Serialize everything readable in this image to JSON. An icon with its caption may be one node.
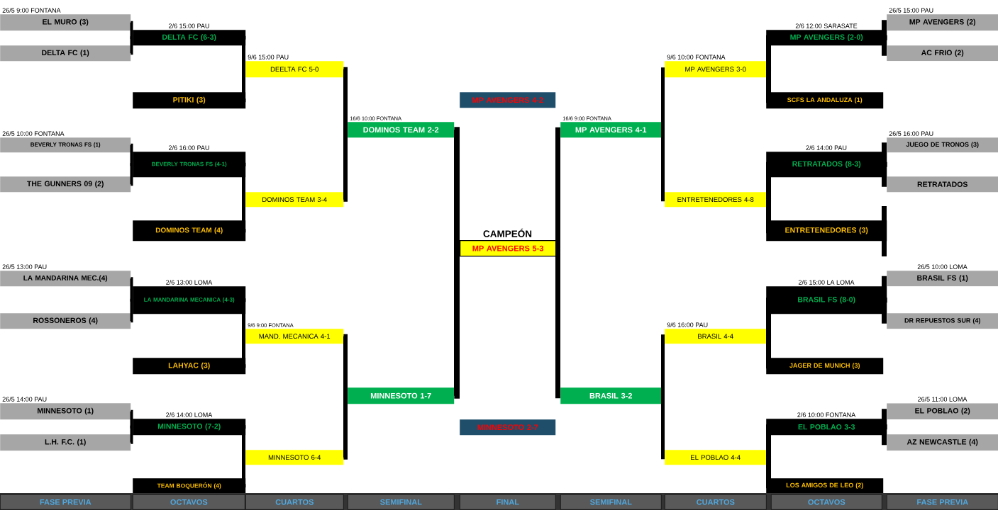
{
  "diagram": {
    "nodes": [
      {
        "text": [
          "EL MURO (3)"
        ],
        "beside": [
          "26/5 9:00 FONTANA"
        ]
      },
      {
        "text": [
          "DELTA FC (1)"
        ]
      },
      {
        "text": [
          "BEVERLY TRONAS FS (1)"
        ],
        "beside": [
          "26/5 10:00 FONTANA"
        ]
      },
      {
        "text": [
          "THE GUNNERS 09 (2)"
        ]
      },
      {
        "text": [
          "LA MANDARINA MEC.(4)"
        ],
        "beside": [
          "26/5 13:00 PAU"
        ]
      },
      {
        "text": [
          "ROSSONEROS (4)"
        ]
      },
      {
        "text": [
          "MINNESOTO (1)"
        ],
        "beside": [
          "26/5 14:00 PAU"
        ]
      },
      {
        "text": [
          "L.H. F.C. (1)"
        ]
      },
      {
        "text": [
          "DELTA FC (6-3)"
        ],
        "beside": [
          "2/6 15:00 PAU"
        ]
      },
      {
        "text": [
          "PITIKI (3)"
        ]
      },
      {
        "text": [
          "BEVERLY TRONAS FS (4-1)"
        ],
        "beside": [
          "2/6 16:00 PAU"
        ]
      },
      {
        "text": [
          "DOMINOS TEAM (4)"
        ]
      },
      {
        "text": [
          "LA MANDARINA MECANICA (4-3)"
        ],
        "beside": [
          "2/6 13:00 LOMA"
        ]
      },
      {
        "text": [
          "LAHYAC (3)"
        ]
      },
      {
        "text": [
          "MINNESOTO (7-2)"
        ],
        "beside": [
          "2/6 14:00 LOMA"
        ]
      },
      {
        "text": [
          "TEAM BOQUERÓN (4)"
        ]
      },
      {
        "text": [
          "DEELTA FC 5-0"
        ],
        "beside": [
          "9/6 15:00 PAU"
        ]
      },
      {
        "text": [
          "DOMINOS TEAM 3-4"
        ]
      },
      {
        "text": [
          "MAND. MECANICA 4-1"
        ],
        "beside": [
          "9/6 9:00 FONTANA"
        ]
      },
      {
        "text": [
          "MINNESOTO 6-4"
        ]
      },
      {
        "text": [
          "DOMINOS TEAM 2-2"
        ],
        "beside": [
          "16/6 10:00 FONTANA"
        ]
      },
      {
        "text": [
          "MINNESOTO 1-7"
        ]
      },
      {
        "text": [
          "MP AVENGERS 4-2"
        ]
      },
      {
        "text": [
          "CAMPEÓN",
          "MP AVENGERS 5-3"
        ]
      },
      {
        "text": [
          "MINNESOTO 2-7"
        ]
      },
      {
        "text": [
          "MP AVENGERS 4-1"
        ],
        "beside": [
          "16/6 9:00 FONTANA"
        ]
      },
      {
        "text": [
          "BRASIL 3-2"
        ]
      },
      {
        "text": [
          "MP AVENGERS 3-0"
        ],
        "beside": [
          "9/6 10:00 FONTANA"
        ]
      },
      {
        "text": [
          "ENTRETENEDORES 4-8"
        ]
      },
      {
        "text": [
          "BRASIL 4-4"
        ],
        "beside": [
          "9/6 16:00 PAU"
        ]
      },
      {
        "text": [
          "EL POBLAO 4-4"
        ]
      },
      {
        "text": [
          "MP AVENGERS (2-0)"
        ],
        "beside": [
          "2/6 12:00 SARASATE"
        ]
      },
      {
        "text": [
          "SCFS LA ANDALUZA (1)"
        ]
      },
      {
        "text": [
          "RETRATADOS (8-3)"
        ],
        "beside": [
          "2/6 14:00 PAU"
        ]
      },
      {
        "text": [
          "ENTRETENEDORES (3)"
        ]
      },
      {
        "text": [
          "BRASIL FS (8-0)"
        ],
        "beside": [
          "2/6 15:00 LA LOMA"
        ]
      },
      {
        "text": [
          "JAGER DE MUNICH (3)"
        ]
      },
      {
        "text": [
          "EL POBLAO 3-3"
        ],
        "beside": [
          "2/6 10:00 FONTANA"
        ]
      },
      {
        "text": [
          "LOS AMIGOS DE LEO (2)"
        ]
      },
      {
        "text": [
          "MP AVENGERS (2)"
        ],
        "beside": [
          "26/5 15:00 PAU"
        ]
      },
      {
        "text": [
          "AC FRIO (2)"
        ]
      },
      {
        "text": [
          "JUEGO DE TRONOS (3)"
        ],
        "beside": [
          "26/5 16:00 PAU"
        ]
      },
      {
        "text": [
          "RETRATADOS"
        ]
      },
      {
        "text": [
          "BRASIL FS (1)"
        ],
        "beside": [
          "26/5 10:00 LOMA"
        ]
      },
      {
        "text": [
          "DR REPUESTOS SUR (4)"
        ]
      },
      {
        "text": [
          "EL POBLAO (2)"
        ],
        "beside": [
          "26/5 11:00 LOMA"
        ]
      },
      {
        "text": [
          "AZ NEWCASTLE (4)"
        ]
      }
    ],
    "edges": [
      {
        "from": 0,
        "to": 8,
        "arrow": "none"
      },
      {
        "from": 1,
        "to": 8,
        "arrow": "none"
      },
      {
        "from": 2,
        "to": 10,
        "arrow": "none"
      },
      {
        "from": 3,
        "to": 10,
        "arrow": "none"
      },
      {
        "from": 4,
        "to": 12,
        "arrow": "none"
      },
      {
        "from": 5,
        "to": 12,
        "arrow": "none"
      },
      {
        "from": 6,
        "to": 14,
        "arrow": "none"
      },
      {
        "from": 7,
        "to": 14,
        "arrow": "none"
      },
      {
        "from": 8,
        "to": 16,
        "arrow": "none"
      },
      {
        "from": 9,
        "to": 16,
        "arrow": "none"
      },
      {
        "from": 10,
        "to": 17,
        "arrow": "none"
      },
      {
        "from": 11,
        "to": 17,
        "arrow": "none"
      },
      {
        "from": 12,
        "to": 18,
        "arrow": "none"
      },
      {
        "from": 13,
        "to": 18,
        "arrow": "none"
      },
      {
        "from": 14,
        "to": 19,
        "arrow": "none"
      },
      {
        "from": 15,
        "to": 19,
        "arrow": "none"
      },
      {
        "from": 16,
        "to": 20,
        "arrow": "none"
      },
      {
        "from": 17,
        "to": 20,
        "arrow": "none"
      },
      {
        "from": 18,
        "to": 21,
        "arrow": "none"
      },
      {
        "from": 19,
        "to": 21,
        "arrow": "none"
      },
      {
        "from": 20,
        "to": 23,
        "arrow": "none"
      },
      {
        "from": 21,
        "to": 23,
        "arrow": "none"
      },
      {
        "from": 25,
        "to": 23,
        "arrow": "none"
      },
      {
        "from": 26,
        "to": 23,
        "arrow": "none"
      },
      {
        "from": 27,
        "to": 25,
        "arrow": "none"
      },
      {
        "from": 28,
        "to": 25,
        "arrow": "none"
      },
      {
        "from": 29,
        "to": 26,
        "arrow": "none"
      },
      {
        "from": 30,
        "to": 26,
        "arrow": "none"
      },
      {
        "from": 31,
        "to": 27,
        "arrow": "none"
      },
      {
        "from": 32,
        "to": 27,
        "arrow": "none"
      },
      {
        "from": 33,
        "to": 28,
        "arrow": "none"
      },
      {
        "from": 34,
        "to": 28,
        "arrow": "none"
      },
      {
        "from": 35,
        "to": 29,
        "arrow": "none"
      },
      {
        "from": 36,
        "to": 29,
        "arrow": "none"
      },
      {
        "from": 37,
        "to": 30,
        "arrow": "none"
      },
      {
        "from": 38,
        "to": 30,
        "arrow": "none"
      },
      {
        "from": 39,
        "to": 31,
        "arrow": "none"
      },
      {
        "from": 40,
        "to": 31,
        "arrow": "none"
      },
      {
        "from": 41,
        "to": 33,
        "arrow": "none"
      },
      {
        "from": 42,
        "to": 33,
        "arrow": "none"
      },
      {
        "from": 43,
        "to": 35,
        "arrow": "none"
      },
      {
        "from": 44,
        "to": 35,
        "arrow": "none"
      },
      {
        "from": 45,
        "to": 37,
        "arrow": "none"
      },
      {
        "from": 46,
        "to": 37,
        "arrow": "none"
      }
    ],
    "labels": [
      "FASE PREVIA",
      "OCTAVOS",
      "CUARTOS",
      "SEMIFINAL",
      "FINAL",
      "SEMIFINAL",
      "CUARTOS",
      "OCTAVOS",
      "FASE PREVIA"
    ]
  }
}
